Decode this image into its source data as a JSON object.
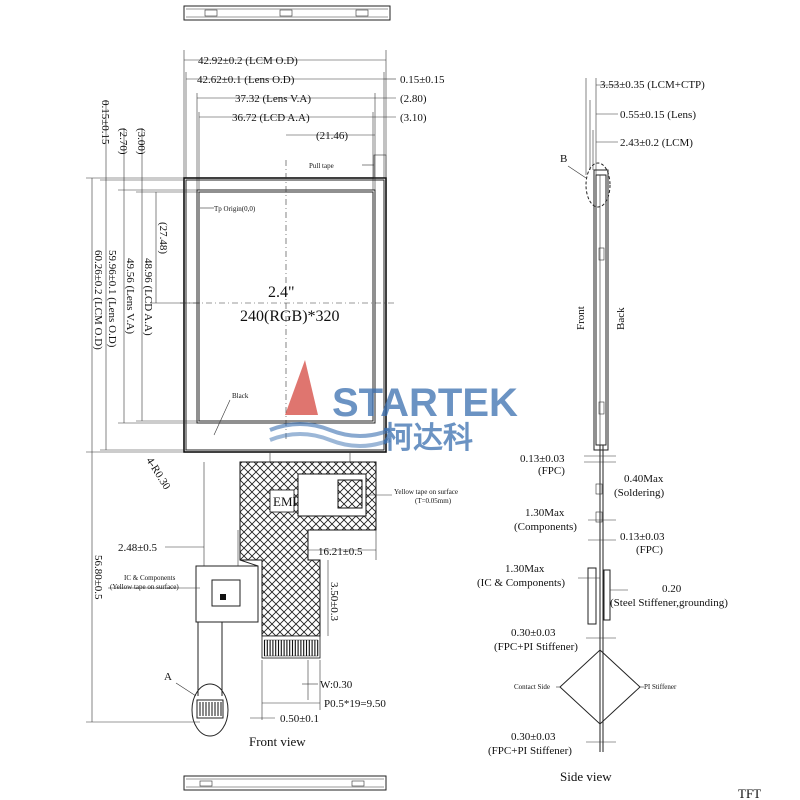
{
  "front": {
    "lcm_od_w": "42.92±0.2 (LCM O.D)",
    "lens_od_w": "42.62±0.1 (Lens O.D)",
    "lens_va_w": "37.32 (Lens V.A)",
    "lcd_aa_w": "36.72 (LCD A.A)",
    "dim_2_80": "(2.80)",
    "dim_3_10": "(3.10)",
    "dim_0_15_right": "0.15±0.15",
    "dim_21_46": "(21.46)",
    "pull_tape": "Pull tape",
    "tp_origin": "Tp Origin(0,0)",
    "dim_27_48": "(27.48)",
    "screen_size": "2.4\"",
    "resolution": "240(RGB)*320",
    "black": "Black",
    "left_0_15": "0.15±0.15",
    "left_2_70": "(2.70)",
    "left_3_00": "(3.00)",
    "lcd_aa_h": "48.96 (LCD A.A)",
    "lens_va_h": "49.56 (Lens V.A)",
    "lens_od_h": "59.96±0.1 (Lens O.D)",
    "lcm_od_h": "60.26±0.2 (LCM O.D)",
    "radius": "4-R0.30",
    "emi": "EMI",
    "yellow_tape": "Yellow tape on surface",
    "yellow_tape_sub": "(T=0.05mm)",
    "dim_2_48": "2.48±0.5",
    "dim_16_21": "16.21±0.5",
    "ic_components": "IC & Components",
    "ic_components_sub": "(Yellow tape on surface)",
    "dim_56_80": "56.80±0.5",
    "dim_3_50": "3.50±0.3",
    "marker_a": "A",
    "marker_b": "B",
    "w_030": "W:0.30",
    "pitch": "P0.5*19=9.50",
    "dim_0_50": "0.50±0.1",
    "caption": "Front view"
  },
  "side": {
    "total": "3.53±0.35 (LCM+CTP)",
    "lens": "0.55±0.15 (Lens)",
    "lcm": "2.43±0.2 (LCM)",
    "front": "Front",
    "back": "Back",
    "fpc_1": "0.13±0.03",
    "fpc_1_label": "(FPC)",
    "soldering": "0.40Max",
    "soldering_label": "(Soldering)",
    "components": "1.30Max",
    "components_label": "(Components)",
    "fpc_2": "0.13±0.03",
    "fpc_2_label": "(FPC)",
    "ic_components": "1.30Max",
    "ic_components_label": "(IC & Components)",
    "stiffener": "0.20",
    "stiffener_label": "(Steel Stiffener,grounding)",
    "fpc_pi_1": "0.30±0.03",
    "fpc_pi_1_label": "(FPC+PI Stiffener)",
    "contact_side": "Contact Side",
    "pi_stiffener": "PI Stiffener",
    "fpc_pi_2": "0.30±0.03",
    "fpc_pi_2_label": "(FPC+PI Stiffener)",
    "caption": "Side view"
  },
  "logo": {
    "name": "STARTEK",
    "cn": "柯达科"
  },
  "footer": {
    "tft": "TFT"
  }
}
